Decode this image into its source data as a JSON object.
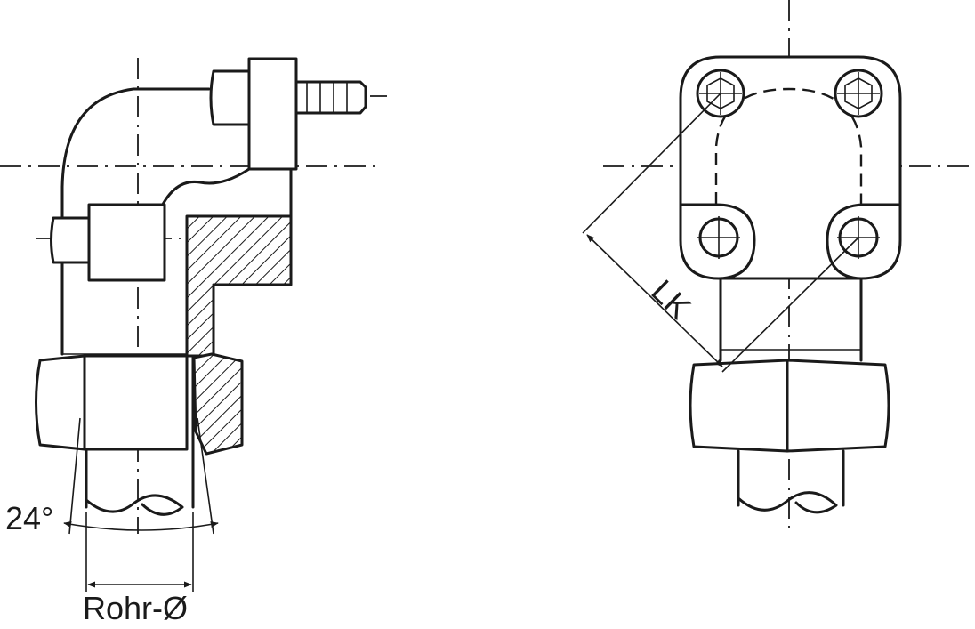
{
  "labels": {
    "angle": "24°",
    "pipe_diameter": "Rohr-Ø",
    "bolt_circle": "LK"
  },
  "colors": {
    "line": "#1a1a1a",
    "background": "#ffffff"
  }
}
